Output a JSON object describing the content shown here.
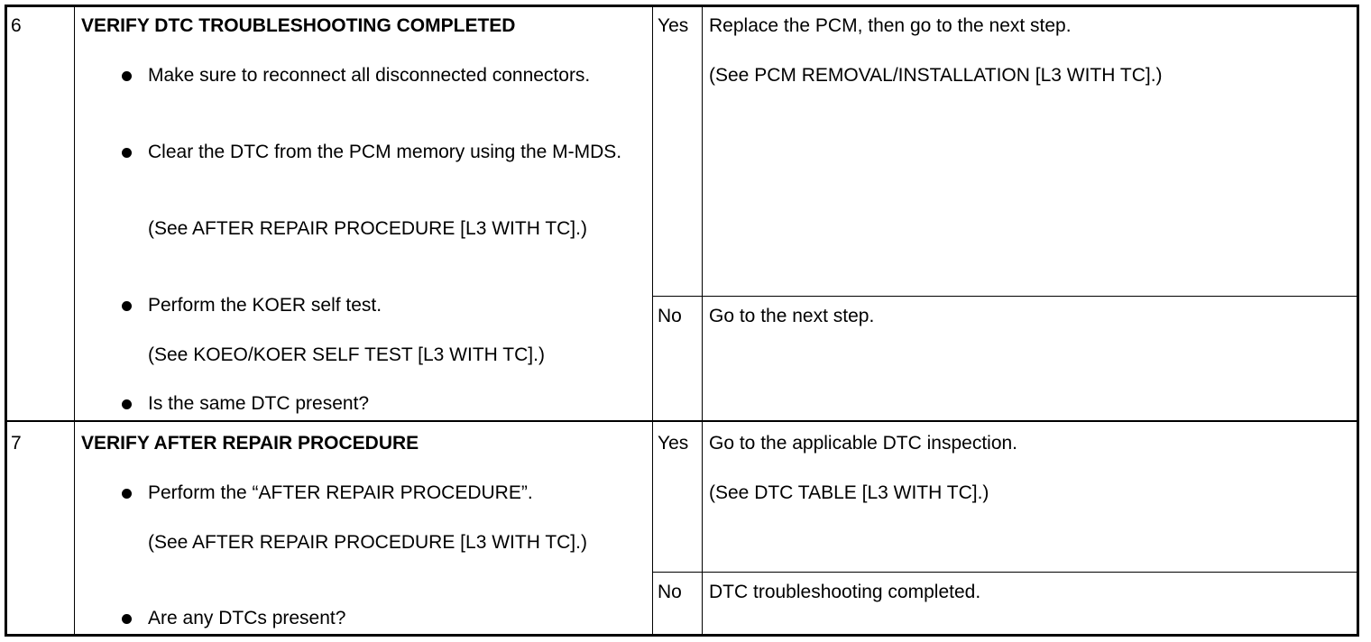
{
  "steps": [
    {
      "number": "6",
      "title": "VERIFY DTC TROUBLESHOOTING COMPLETED",
      "items": [
        {
          "bullet": true,
          "text": "Make sure to reconnect all disconnected connectors."
        },
        {
          "bullet": true,
          "text": "Clear the DTC from the PCM memory using the M-MDS."
        },
        {
          "bullet": false,
          "text": "(See AFTER REPAIR PROCEDURE [L3 WITH TC].)"
        },
        {
          "bullet": true,
          "text": "Perform the KOER self test."
        },
        {
          "bullet": false,
          "text": "(See KOEO/KOER SELF TEST [L3 WITH TC].)"
        },
        {
          "bullet": true,
          "text": "Is the same DTC present?"
        }
      ],
      "yes_label": "Yes",
      "yes_action": "Replace the PCM, then go to the next step.",
      "yes_ref": "(See PCM REMOVAL/INSTALLATION [L3 WITH TC].)",
      "no_label": "No",
      "no_action": "Go to the next step."
    },
    {
      "number": "7",
      "title": "VERIFY AFTER REPAIR PROCEDURE",
      "items": [
        {
          "bullet": true,
          "text": "Perform the “AFTER REPAIR PROCEDURE”."
        },
        {
          "bullet": false,
          "text": "(See AFTER REPAIR PROCEDURE [L3 WITH TC].)"
        },
        {
          "bullet": true,
          "text": "Are any DTCs present?"
        }
      ],
      "yes_label": "Yes",
      "yes_action": "Go to the applicable DTC inspection.",
      "yes_ref": "(See DTC TABLE [L3 WITH TC].)",
      "no_label": "No",
      "no_action": "DTC troubleshooting completed."
    }
  ]
}
